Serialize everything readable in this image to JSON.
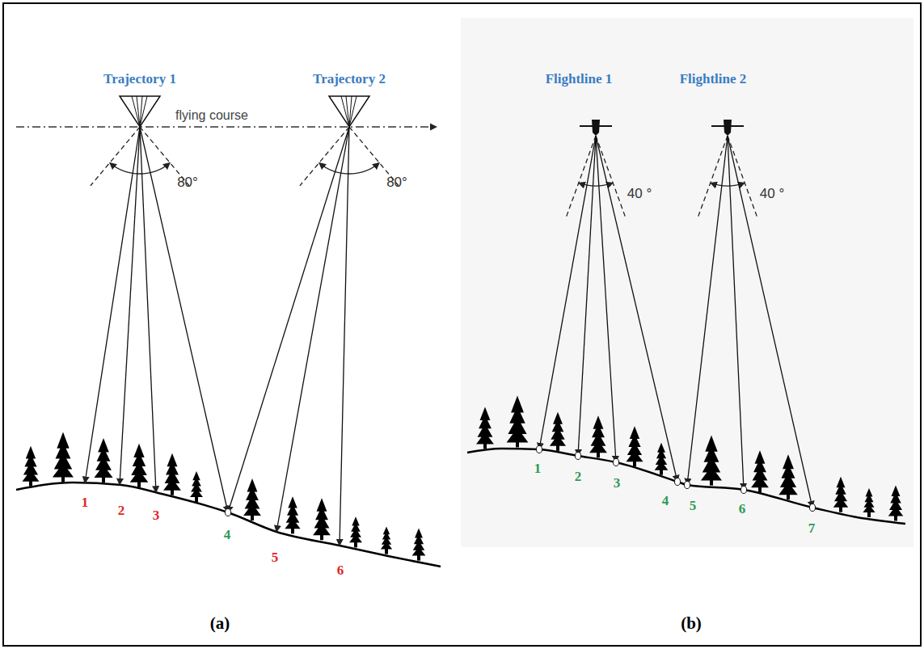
{
  "diagram": {
    "labels": [
      "Trajectory 1",
      "Trajectory 2",
      "flying course",
      "80°",
      "80°",
      "1",
      "2",
      "3",
      "4",
      "5",
      "6",
      "Flightline 1",
      "Flightline 2",
      "40 °",
      "40 °",
      "1",
      "2",
      "3",
      "4",
      "5",
      "6",
      "7",
      "(a)",
      "(b)"
    ]
  }
}
